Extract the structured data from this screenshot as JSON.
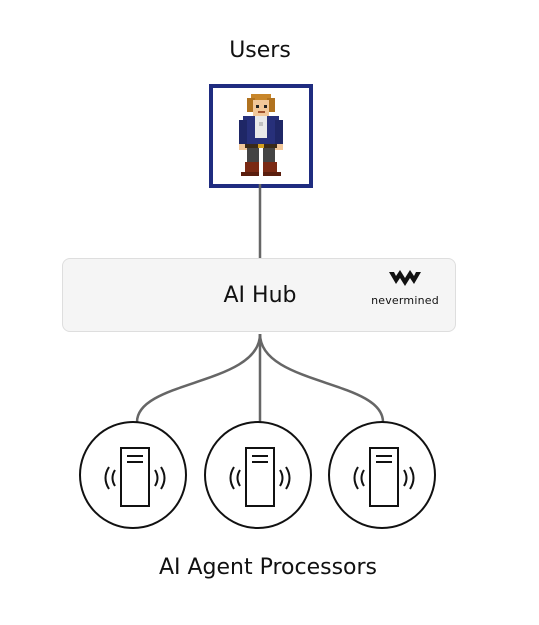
{
  "diagram": {
    "users_label": "Users",
    "hub_label": "AI Hub",
    "brand_name": "nevermined",
    "agents_label": "AI Agent Processors",
    "processors": [
      {
        "icon": "server-broadcast-icon"
      },
      {
        "icon": "server-broadcast-icon"
      },
      {
        "icon": "server-broadcast-icon"
      }
    ],
    "colors": {
      "avatar_border": "#1f2c80",
      "connector": "#666666",
      "hub_background": "#f5f5f5",
      "hub_border": "#dedede",
      "text": "#111111"
    }
  }
}
